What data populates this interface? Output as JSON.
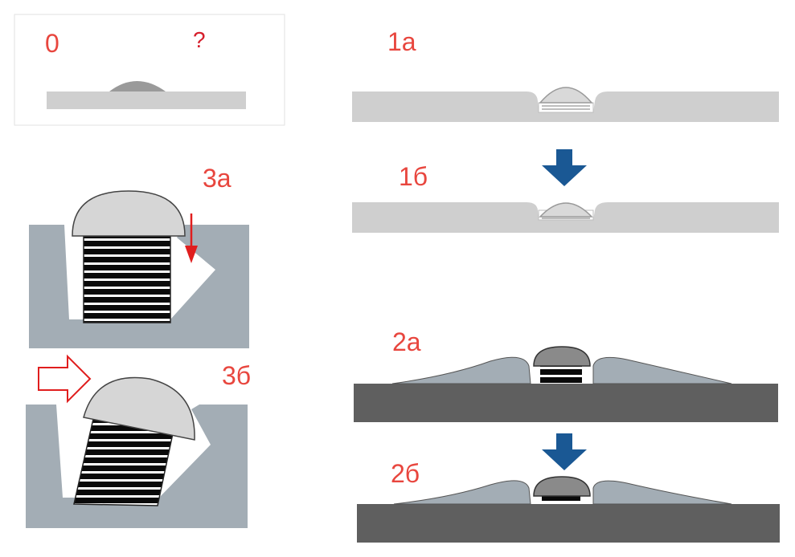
{
  "colors": {
    "label_red": "#e8463e",
    "arrow_blue": "#1a5894",
    "light_gray": "#cfcfcf",
    "slate": "#a3adb5",
    "dark_base": "#5f5f5f",
    "cap_gray": "#d6d6d6",
    "cap_dark": "#8a8a8a",
    "outline_red": "#e01e1e"
  },
  "labels": {
    "step0": "0",
    "unknown": "?",
    "step1a": "1а",
    "step1b": "1б",
    "step2a": "2а",
    "step2b": "2б",
    "step3a": "3а",
    "step3b": "3б"
  },
  "icons": {
    "down_arrow": "down-arrow-icon",
    "right_arrow": "right-arrow-icon",
    "force_arrow": "force-arrow-icon"
  }
}
